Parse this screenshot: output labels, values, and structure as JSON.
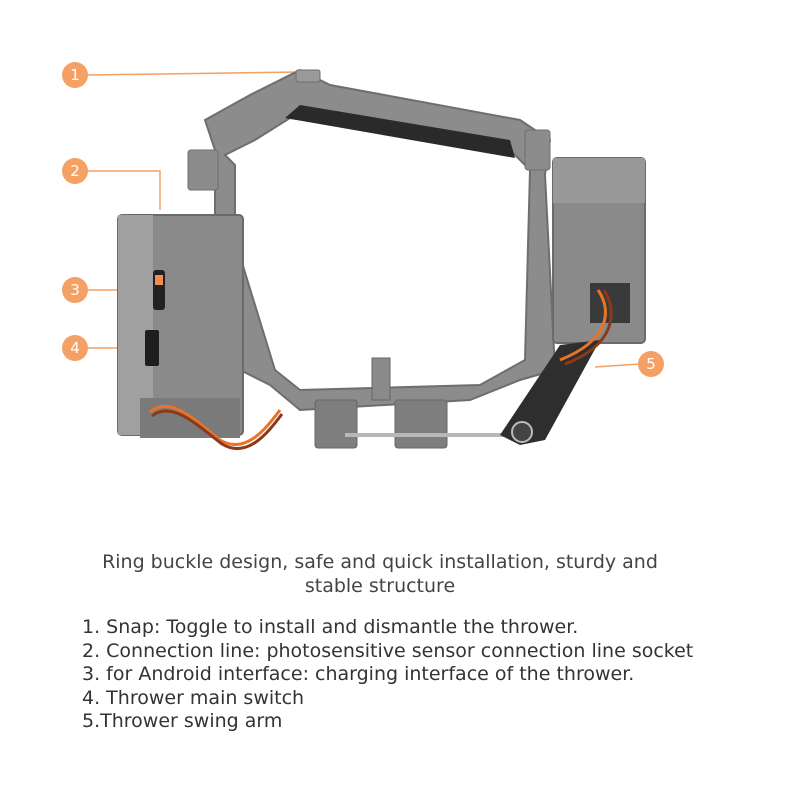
{
  "callouts": [
    "1",
    "2",
    "3",
    "4",
    "5"
  ],
  "headline": [
    "Ring buckle design, safe and quick installation, sturdy and",
    "stable structure"
  ],
  "features": [
    "1. Snap: Toggle to install and dismantle the thrower.",
    "2. Connection line: photosensitive sensor connection line socket",
    "3. for Android interface: charging interface of the thrower.",
    "4. Thrower main switch",
    "5.Thrower swing arm"
  ],
  "colors": {
    "callout": "#f5a064",
    "body": "#8c8c8c",
    "body_dark": "#6e6e6e",
    "grip": "#2a2a2a",
    "wire_orange": "#e8742a",
    "wire_brown": "#8a3a1a"
  }
}
